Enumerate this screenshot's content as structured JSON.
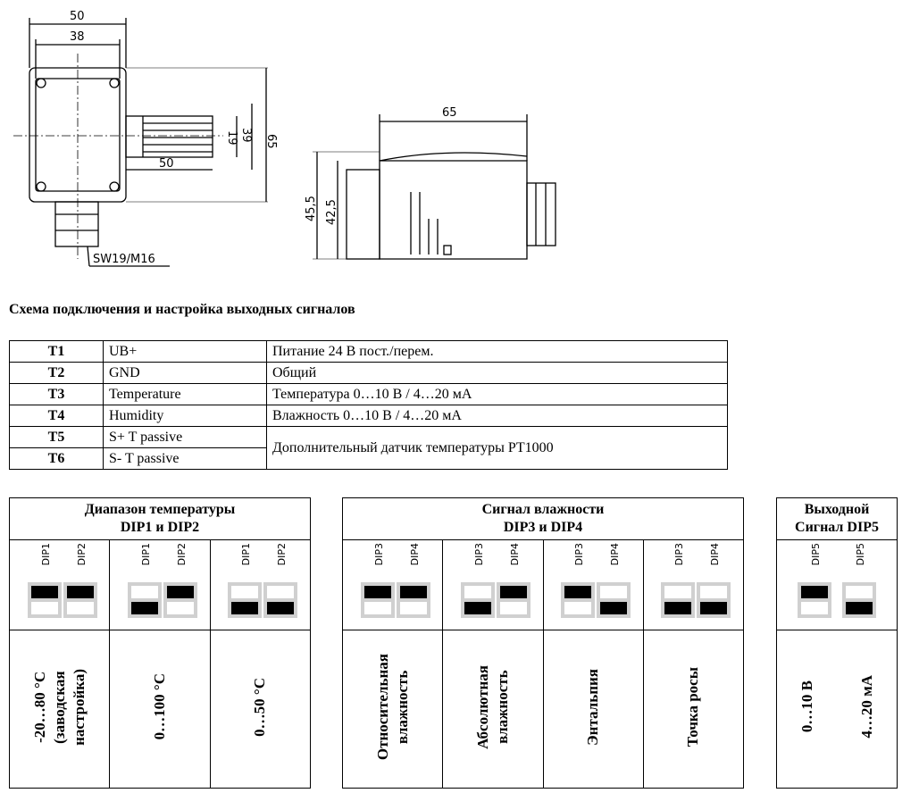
{
  "drawing": {
    "front_dims": {
      "width_outer": "50",
      "width_inner": "38",
      "probe_length": "50",
      "height_total": "65",
      "height_a": "39",
      "height_b": "19",
      "gland": "SW19/M16"
    },
    "side_dims": {
      "length": "65",
      "height_outer": "45,5",
      "height_inner": "42,5"
    }
  },
  "section_title": "Схема подключения и настройка выходных сигналов",
  "terminals": [
    {
      "t": "T1",
      "signal": "UB+",
      "desc": "Питание 24 В пост./перем."
    },
    {
      "t": "T2",
      "signal": "GND",
      "desc": "Общий"
    },
    {
      "t": "T3",
      "signal": "Temperature",
      "desc": "Температура 0…10 В / 4…20 мА"
    },
    {
      "t": "T4",
      "signal": "Humidity",
      "desc": "Влажность 0…10 В / 4…20 мА"
    },
    {
      "t": "T5",
      "signal": "S+ T passive",
      "desc": "Дополнительный датчик температуры PT1000"
    },
    {
      "t": "T6",
      "signal": "S- T passive",
      "desc": ""
    }
  ],
  "temp_table": {
    "header": "Диапазон температуры\nDIP1 и DIP2",
    "switch_labels": [
      "DIP1",
      "DIP2"
    ],
    "options": [
      {
        "label": "-20…80 °C\n(заводская\nнастройка)",
        "states": [
          "up",
          "up"
        ]
      },
      {
        "label": "0…100 °C",
        "states": [
          "down",
          "up"
        ]
      },
      {
        "label": "0…50 °C",
        "states": [
          "down",
          "down"
        ]
      }
    ]
  },
  "hum_table": {
    "header": "Сигнал влажности\nDIP3 и DIP4",
    "switch_labels": [
      "DIP3",
      "DIP4"
    ],
    "options": [
      {
        "label": "Относительная\nвлажность",
        "states": [
          "up",
          "up"
        ]
      },
      {
        "label": "Абсолютная\nвлажность",
        "states": [
          "down",
          "up"
        ]
      },
      {
        "label": "Энтальпия",
        "states": [
          "up",
          "down"
        ]
      },
      {
        "label": "Точка росы",
        "states": [
          "down",
          "down"
        ]
      }
    ]
  },
  "out_table": {
    "header": "Выходной\nСигнал DIP5",
    "switch_labels": [
      "DIP5",
      "DIP5"
    ],
    "options": [
      {
        "label": "0…10 В",
        "state": "up"
      },
      {
        "label": "4…20 мА",
        "state": "down"
      }
    ]
  }
}
